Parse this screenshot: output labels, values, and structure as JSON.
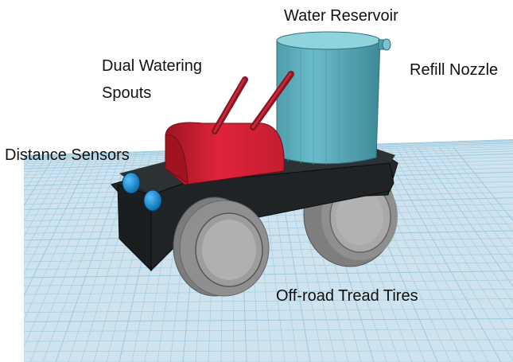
{
  "labels": {
    "water_reservoir": "Water Reservoir",
    "refill_nozzle": "Refill Nozzle",
    "spouts_line1": "Dual Watering",
    "spouts_line2": "Spouts",
    "distance_sensors": "Distance Sensors",
    "tires": "Off-road Tread Tires"
  },
  "colors": {
    "grid_background": "#cfe3ee",
    "grid_line": "#9cc9de",
    "body": "#1f2326",
    "tank": "#5fb1bf",
    "dome": "#d62032",
    "spout": "#a31b2a",
    "sensor": "#1d8fd6",
    "tire": "#8f8f8f",
    "hub": "#a9a9a9"
  }
}
